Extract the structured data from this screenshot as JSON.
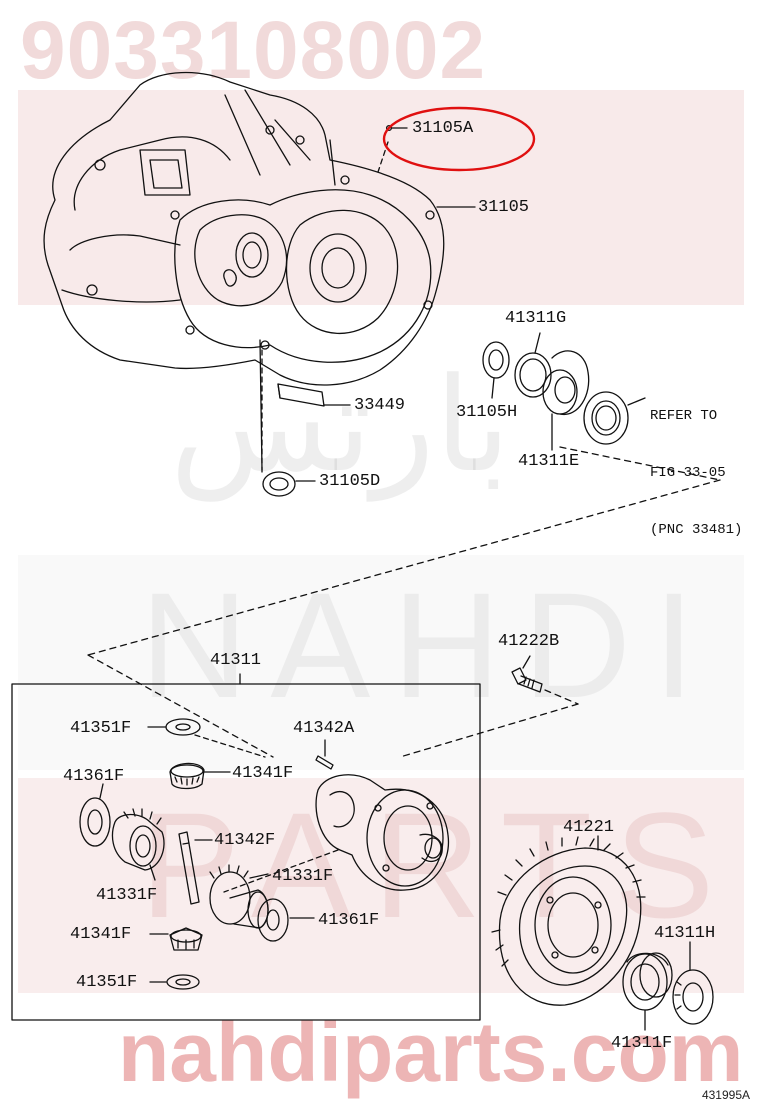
{
  "watermark": {
    "part_number": "9033108002",
    "arabic": "بارتس",
    "brand_1": "NAHDI",
    "brand_2": "PARTS",
    "url": "nahdiparts.com"
  },
  "callouts": {
    "p31105A": "31105A",
    "p31105": "31105",
    "p41311G": "41311G",
    "p31105H": "31105H",
    "p41311E": "41311E",
    "p33449": "33449",
    "p31105D": "31105D",
    "p41222B": "41222B",
    "p41311": "41311",
    "p41351F_top": "41351F",
    "p41342A": "41342A",
    "p41361F_left": "41361F",
    "p41341F_top": "41341F",
    "p41342F": "41342F",
    "p41331F_left": "41331F",
    "p41331F_right": "41331F",
    "p41341F_bottom": "41341F",
    "p41361F_right": "41361F",
    "p41351F_bottom": "41351F",
    "p41221": "41221",
    "p41311H": "41311H",
    "p41311F": "41311F"
  },
  "reference_note": {
    "line1": "REFER TO",
    "line2": "FIG 33-05",
    "line3": "(PNC 33481)"
  },
  "illustration_code": "431995A",
  "highlight_color": "#e01010"
}
